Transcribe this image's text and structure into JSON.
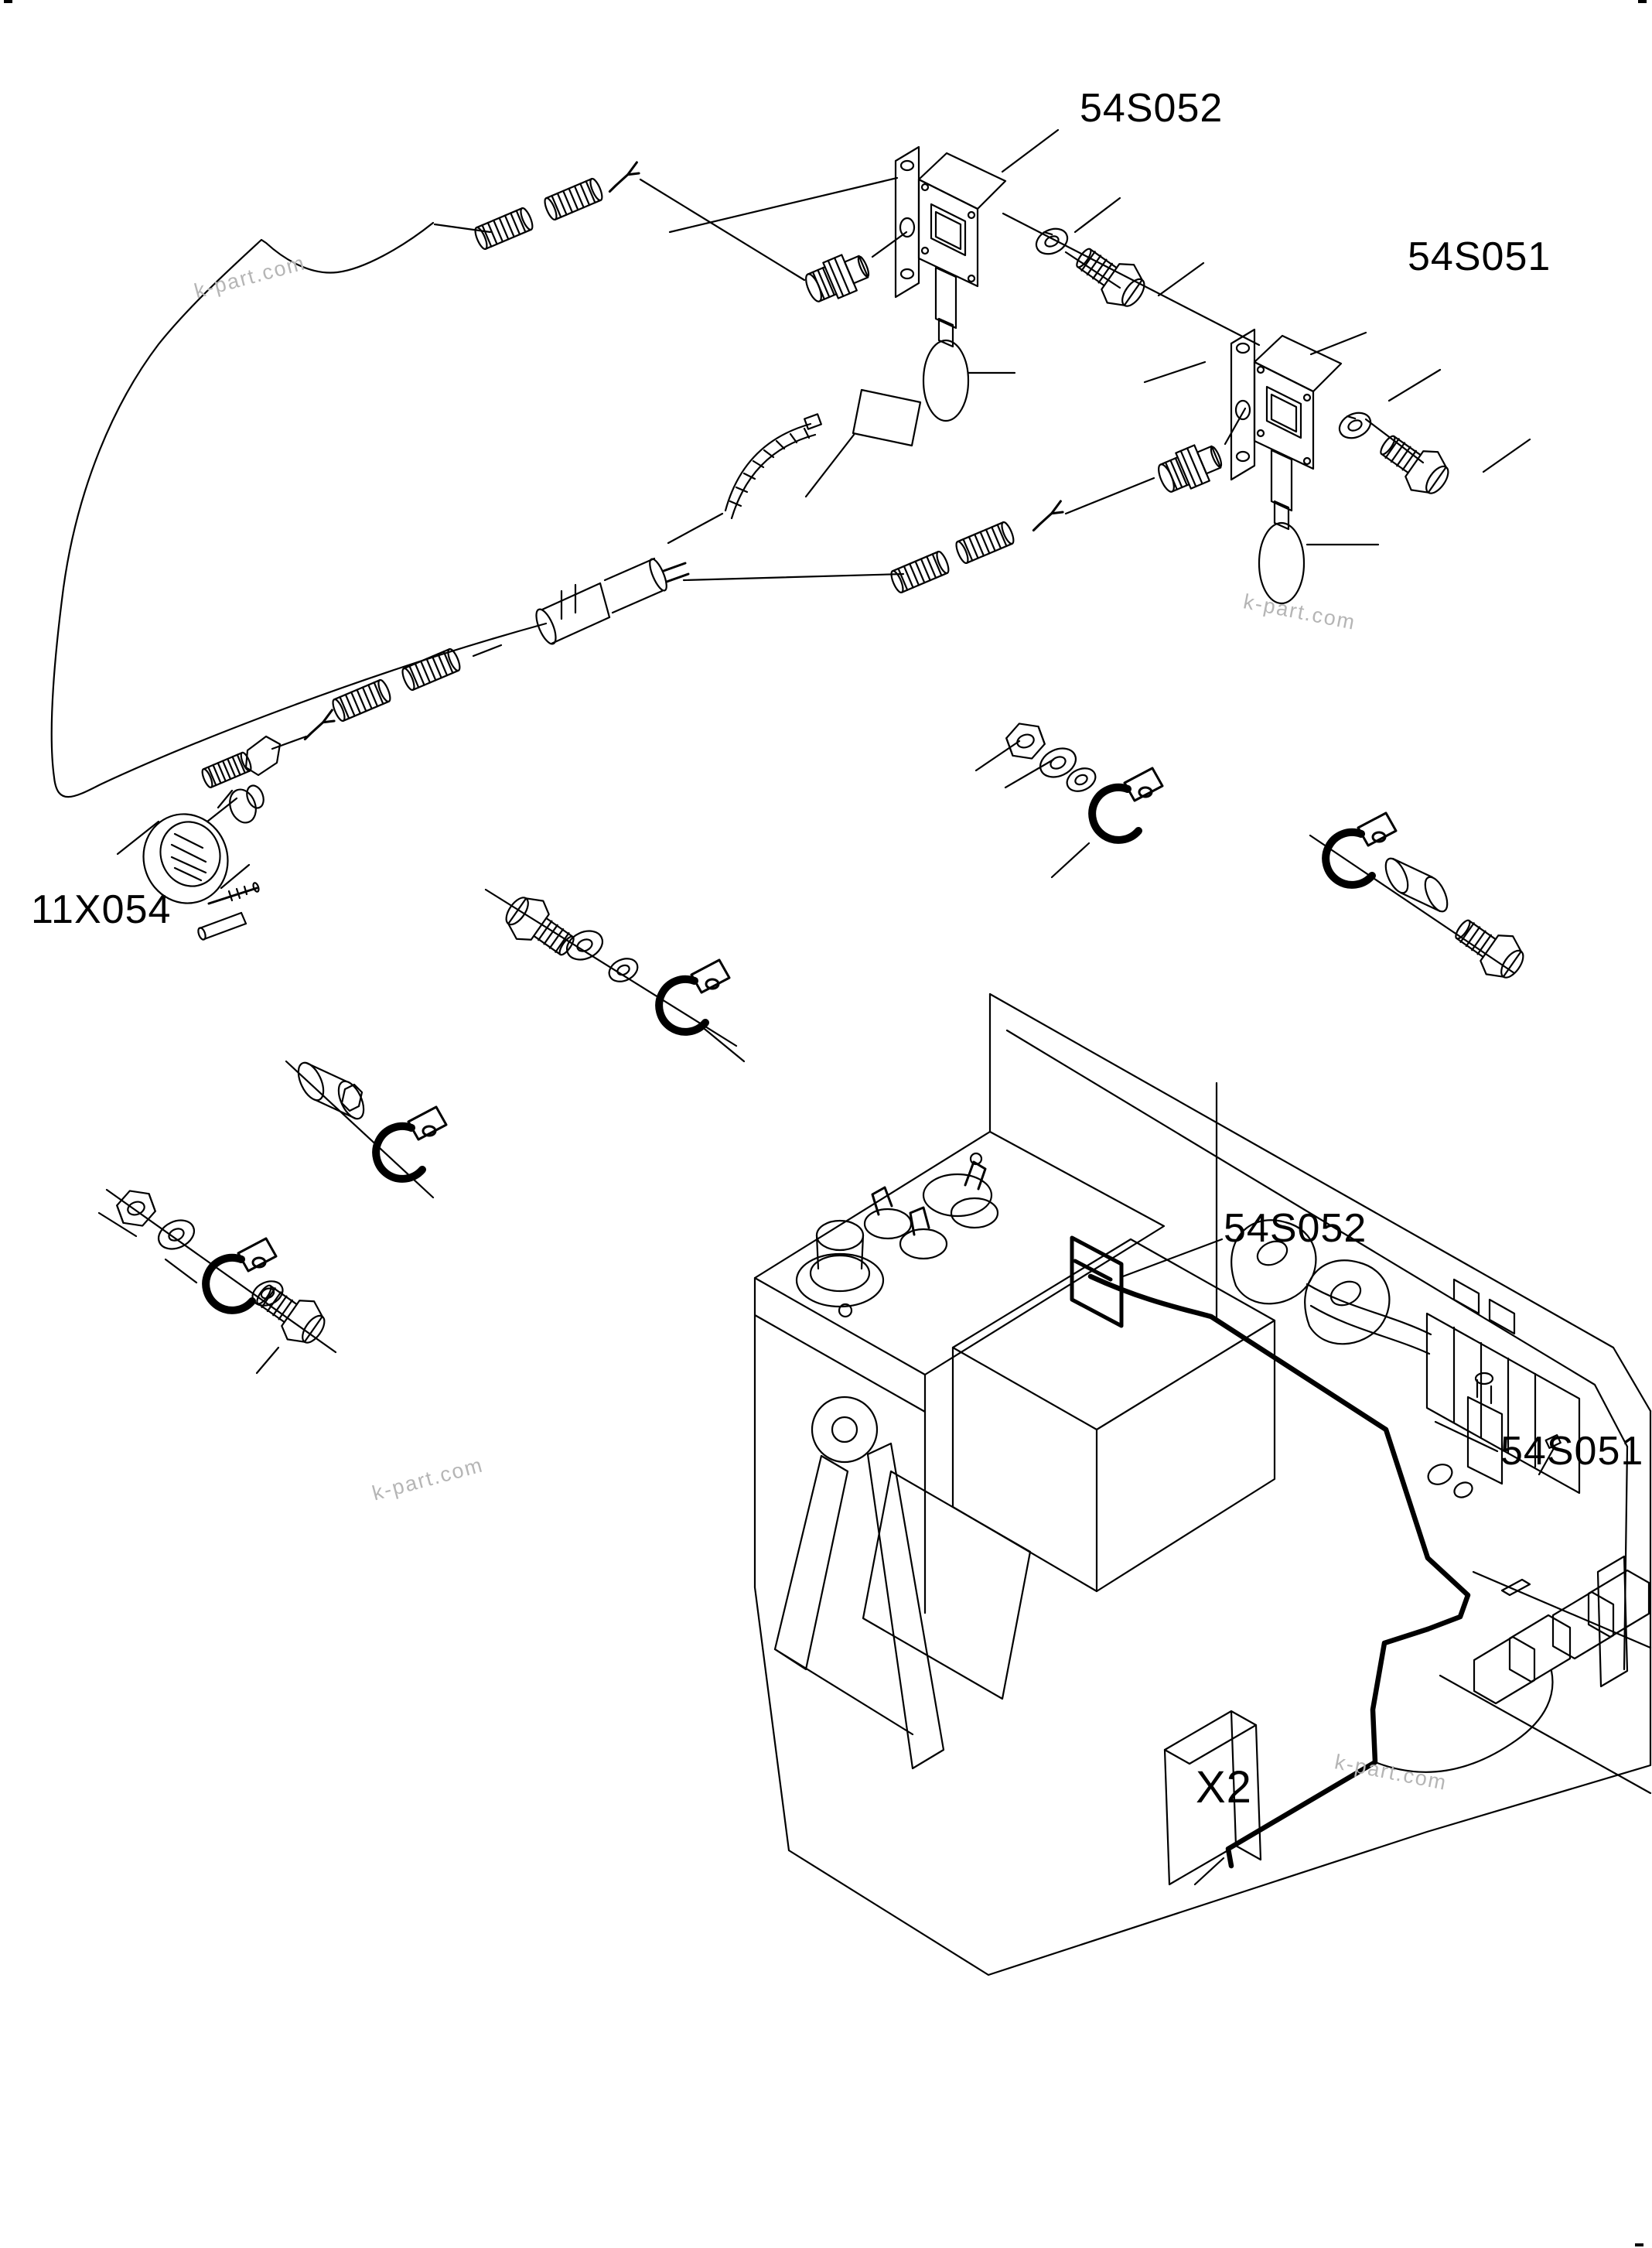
{
  "page": {
    "background": "#ffffff",
    "line_color": "#000000",
    "watermark_color": "#b5b5b5",
    "type": "exploded-parts-diagram"
  },
  "labels": {
    "sensor_top_52": {
      "text": "54S052"
    },
    "sensor_top_51": {
      "text": "54S051"
    },
    "connector_11x054": {
      "text": "11X054"
    },
    "machine_52": {
      "text": "54S052"
    },
    "machine_51": {
      "text": "54S051"
    },
    "x2_box": {
      "text": "X2"
    }
  },
  "watermarks": [
    {
      "text": "k-part.com"
    },
    {
      "text": "k-part.com"
    },
    {
      "text": "k-part.com"
    },
    {
      "text": "k-part.com"
    }
  ],
  "diagram": {
    "parts": [
      "wiring-harness-outline",
      "sensor-54S052-with-float",
      "sensor-54S051-with-float",
      "round-connector-11X054",
      "terminal-pin",
      "terminal-sleeve",
      "corrugated-tubes",
      "fork-terminals",
      "inline-connector",
      "cable-tie",
      "marker-flag",
      "bolts",
      "washers",
      "nuts",
      "p-clamps",
      "spacer-sleeve",
      "machine-isometric-view",
      "engine",
      "control-levers",
      "loader-bracket",
      "battery-boxes",
      "connector-box-X2",
      "bold-harness-cable"
    ]
  }
}
